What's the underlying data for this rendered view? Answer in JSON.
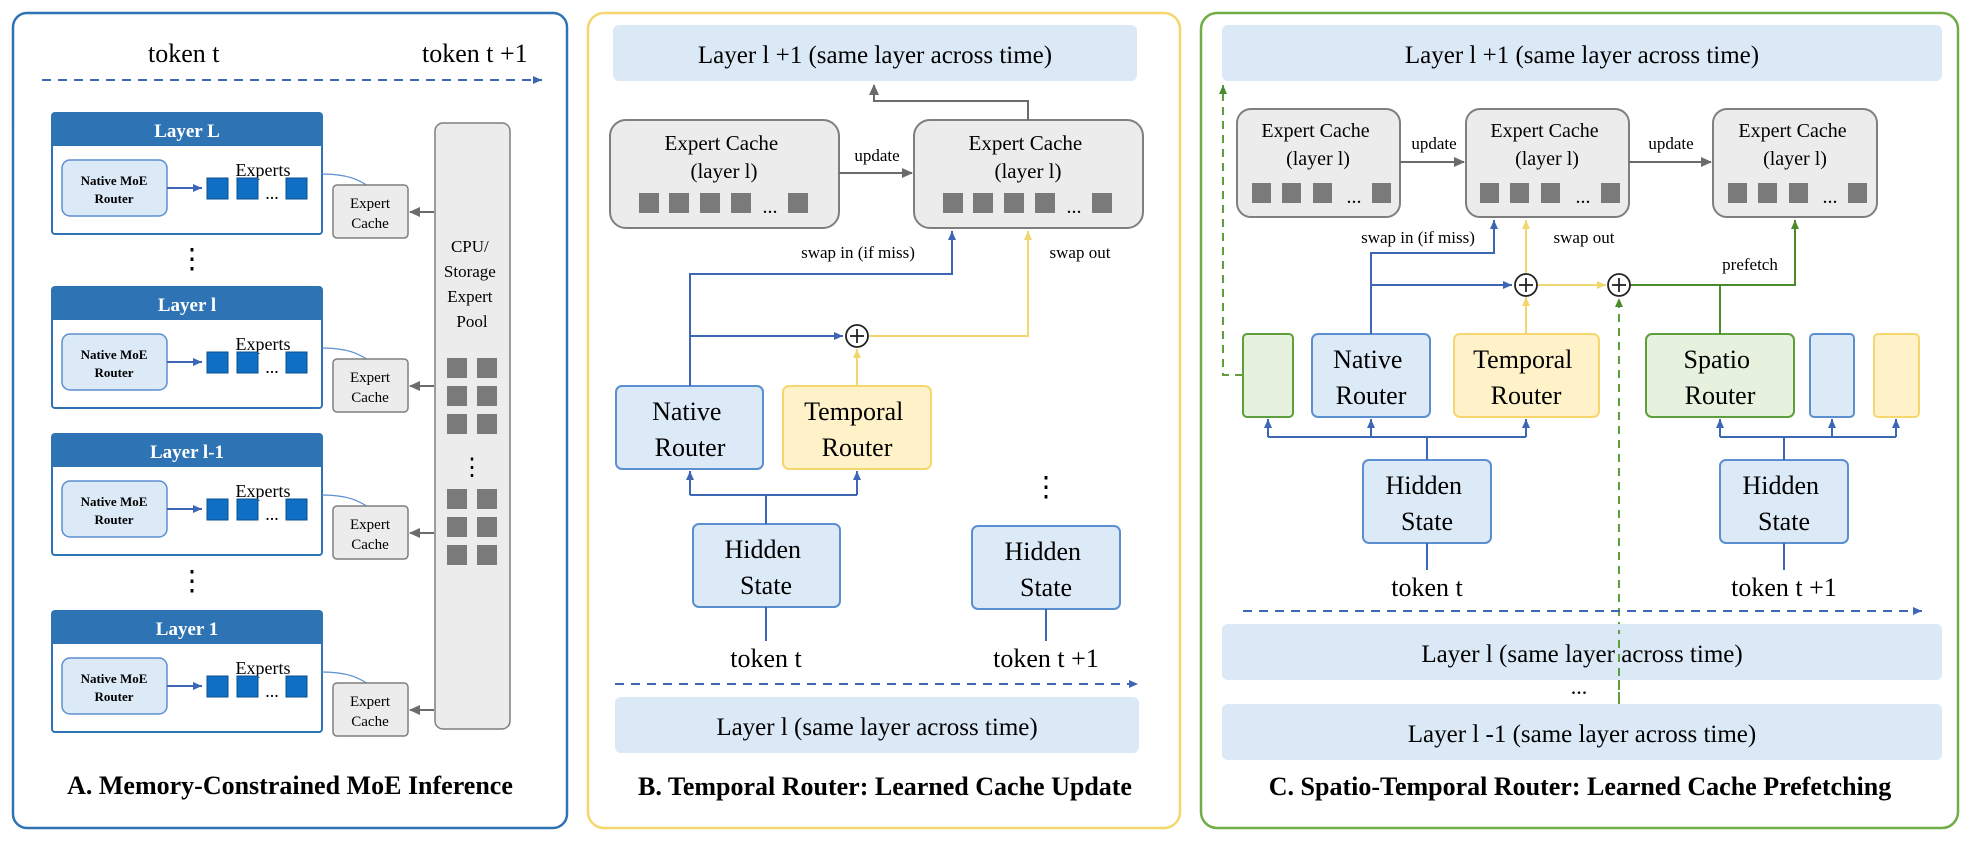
{
  "colors": {
    "panel_a_border": "#2e74b5",
    "panel_b_border": "#f5d76e",
    "panel_c_border": "#70ad47",
    "blue_fill": "#dce9f7",
    "blue_stroke": "#5b8fd0",
    "blue_header": "#2e74b5",
    "expert_square": "#0e6fc4",
    "yellow_fill": "#fff2c9",
    "yellow_stroke": "#f5d76e",
    "green_fill": "#e6f2dd",
    "green_stroke": "#5e9e3c",
    "grey_fill": "#ececec",
    "grey_stroke": "#7f7f7f",
    "grey_square": "#7a7a7a",
    "layer_band": "#dbe8f5",
    "arrow_blue": "#3d66b5",
    "arrow_yellow": "#f2d670",
    "arrow_green": "#4b8b2c",
    "arrow_grey": "#6b6b6b"
  },
  "panel_a": {
    "token_t": "token t",
    "token_t1": "token t +1",
    "layers": [
      {
        "title": "Layer L",
        "router": "Native MoE Router",
        "experts": "Experts",
        "dots": "...",
        "cache": "Expert Cache"
      },
      {
        "title": "Layer l",
        "router": "Native MoE Router",
        "experts": "Experts",
        "dots": "...",
        "cache": "Expert Cache"
      },
      {
        "title": "Layer l-1",
        "router": "Native MoE Router",
        "experts": "Experts",
        "dots": "...",
        "cache": "Expert Cache"
      },
      {
        "title": "Layer 1",
        "router": "Native MoE Router",
        "experts": "Experts",
        "dots": "...",
        "cache": "Expert Cache"
      }
    ],
    "vdots": "⋮",
    "pool": [
      "CPU/",
      "Storage",
      "Expert",
      "Pool"
    ],
    "caption": "A. Memory-Constrained MoE Inference"
  },
  "panel_b": {
    "top_band": "Layer l +1 (same layer across time)",
    "cache_left": [
      "Expert Cache",
      "(layer l)"
    ],
    "cache_right": [
      "Expert Cache",
      "(layer l)"
    ],
    "update": "update",
    "swap_in": "swap in (if miss)",
    "swap_out": "swap out",
    "native_router": [
      "Native",
      "Router"
    ],
    "temporal_router": [
      "Temporal",
      "Router"
    ],
    "hidden_state": [
      "Hidden",
      "State"
    ],
    "token_t": "token t",
    "token_t1": "token t +1",
    "bottom_band": "Layer l (same layer across time)",
    "caption": "B. Temporal Router: Learned Cache Update"
  },
  "panel_c": {
    "top_band": "Layer l +1  (same layer across time)",
    "cache_1": [
      "Expert Cache",
      "(layer l)"
    ],
    "cache_2": [
      "Expert Cache",
      "(layer l)"
    ],
    "cache_3": [
      "Expert Cache",
      "(layer l)"
    ],
    "update": "update",
    "swap_in": "swap in (if miss)",
    "swap_out": "swap out",
    "prefetch": "prefetch",
    "native_router": [
      "Native",
      "Router"
    ],
    "temporal_router": [
      "Temporal",
      "Router"
    ],
    "spatio_router": [
      "Spatio",
      "Router"
    ],
    "hidden_state": [
      "Hidden",
      "State"
    ],
    "token_t": "token t",
    "token_t1": "token t +1",
    "band_l": "Layer l  (same layer across time)",
    "band_ellipsis": "...",
    "band_l_minus_1": "Layer l -1  (same layer across time)",
    "caption": "C. Spatio-Temporal Router: Learned Cache Prefetching"
  }
}
